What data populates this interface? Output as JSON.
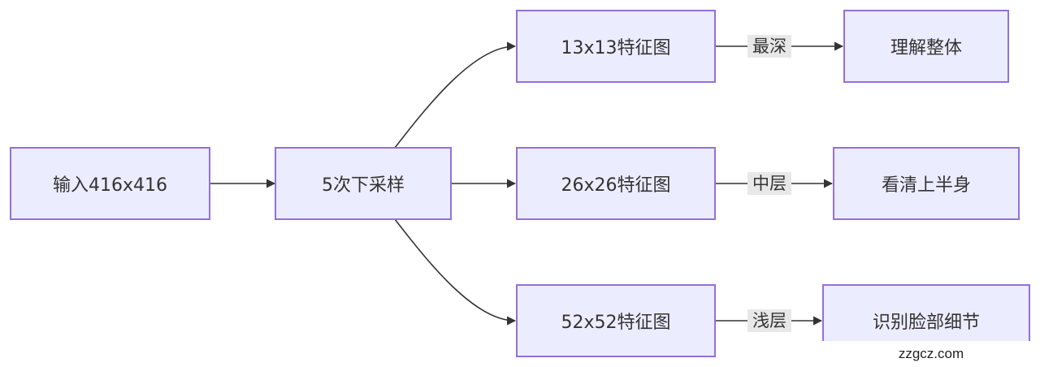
{
  "nodes": {
    "input": "输入416x416",
    "downsample": "5次下采样",
    "fm13": "13x13特征图",
    "fm26": "26x26特征图",
    "fm52": "52x52特征图",
    "whole": "理解整体",
    "upper": "看清上半身",
    "face": "识别脸部细节"
  },
  "edge_labels": {
    "deepest": "最深",
    "middle": "中层",
    "shallow": "浅层"
  },
  "watermark": "zzgcz.com",
  "colors": {
    "node_fill": "#ececff",
    "node_border": "#9370db",
    "edge": "#333333",
    "edge_label_bg": "#e8e8e8"
  }
}
